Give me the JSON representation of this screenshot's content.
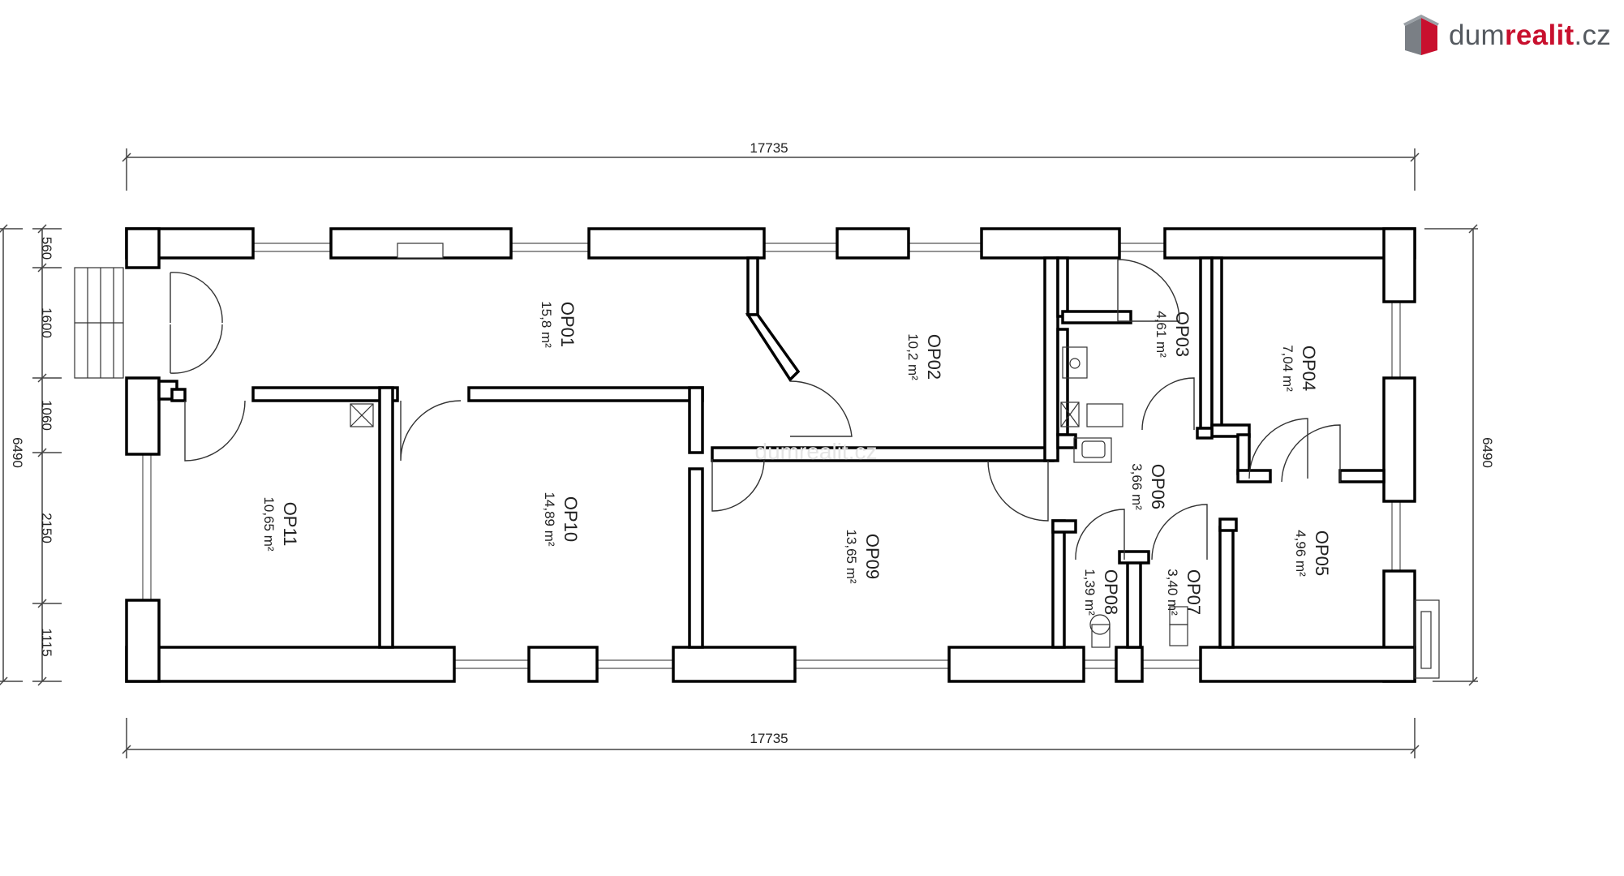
{
  "logo": {
    "part1": "dum",
    "part2": "realit",
    "part3": ".cz",
    "accent": "#c8102e",
    "gray": "#555a60",
    "icon": "house-logo-icon"
  },
  "watermark": "dumrealit.cz",
  "dimensions": {
    "top_width": "17735",
    "bottom_width": "17735",
    "left_height": "6490",
    "right_height": "6490",
    "left_segments": [
      "560",
      "1600",
      "1060",
      "2150",
      "1115"
    ]
  },
  "rooms": [
    {
      "id": "OP01",
      "area": "15,8 m²"
    },
    {
      "id": "OP02",
      "area": "10,2 m²"
    },
    {
      "id": "OP03",
      "area": "4,61 m²"
    },
    {
      "id": "OP04",
      "area": "7,04 m²"
    },
    {
      "id": "OP05",
      "area": "4,96 m²"
    },
    {
      "id": "OP06",
      "area": "3,66 m²"
    },
    {
      "id": "OP07",
      "area": "3,40 m²"
    },
    {
      "id": "OP08",
      "area": "1,39 m²"
    },
    {
      "id": "OP09",
      "area": "13,65 m²"
    },
    {
      "id": "OP10",
      "area": "14,89 m²"
    },
    {
      "id": "OP11",
      "area": "10,65 m²"
    }
  ],
  "colors": {
    "wall": "#ffffff",
    "wall_stroke": "#000000",
    "line": "#333333"
  }
}
